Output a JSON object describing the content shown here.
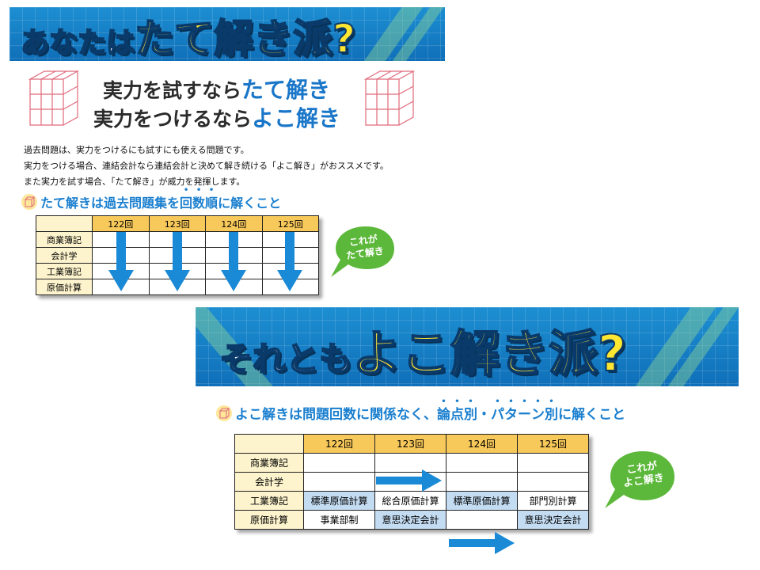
{
  "banner_top": {
    "white": "あなたは",
    "yellow": "たて解き派?"
  },
  "slogan": {
    "line1_prefix": "実力を試すなら",
    "line1_highlight": "たて解き",
    "line2_prefix": "実力をつけるなら",
    "line2_highlight": "よこ解き"
  },
  "paragraph": [
    "過去問題は、実力をつけるにも試すにも使える問題です。",
    "実力をつける場合、連結会計なら連結会計と決めて解き続ける「よこ解き」がおススメです。",
    "また実力を試す場合、「たて解き」が威力を発揮します。"
  ],
  "section_vertical": {
    "before": "たて解きは過去問題集を",
    "emph": [
      "回",
      "数",
      "順"
    ],
    "after": "に解くこと"
  },
  "table_top": {
    "headers": [
      "122回",
      "123回",
      "124回",
      "125回"
    ],
    "rows": [
      "商業簿記",
      "会計学",
      "工業簿記",
      "原価計算"
    ]
  },
  "bubble_top": {
    "line1": "これが",
    "line2": "たて解き"
  },
  "banner_bottom": {
    "white": "それとも",
    "yellow": "よこ解き派?"
  },
  "section_horizontal": {
    "before": "よこ解きは問題回数に関係なく、",
    "emph1": [
      "論",
      "点",
      "別"
    ],
    "mid": "・",
    "emph2": [
      "パ",
      "タ",
      "ー",
      "ン",
      "別"
    ],
    "after": "に解くこと"
  },
  "table_bottom": {
    "headers": [
      "122回",
      "123回",
      "124回",
      "125回"
    ],
    "rows": [
      {
        "label": "商業簿記",
        "cells": [
          "",
          "",
          "",
          ""
        ]
      },
      {
        "label": "会計学",
        "cells": [
          "",
          "",
          "",
          ""
        ]
      },
      {
        "label": "工業簿記",
        "cells": [
          "標準原価計算",
          "総合原価計算",
          "標準原価計算",
          "部門別計算"
        ]
      },
      {
        "label": "原価計算",
        "cells": [
          "事業部制",
          "意思決定会計",
          "",
          "意思決定会計"
        ]
      }
    ]
  },
  "bubble_bottom": {
    "line1": "これが",
    "line2": "よこ解き"
  },
  "colors": {
    "banner_blue": "#1580c8",
    "title_yellow": "#ffe631",
    "accent_blue": "#1976c8",
    "arrow_blue": "#1a8ad6",
    "bubble_green": "#5cb83a",
    "header_orange": "#f7c85a",
    "row_cream": "#fdf3cc",
    "highlight_blue": "#c4dcf2"
  }
}
